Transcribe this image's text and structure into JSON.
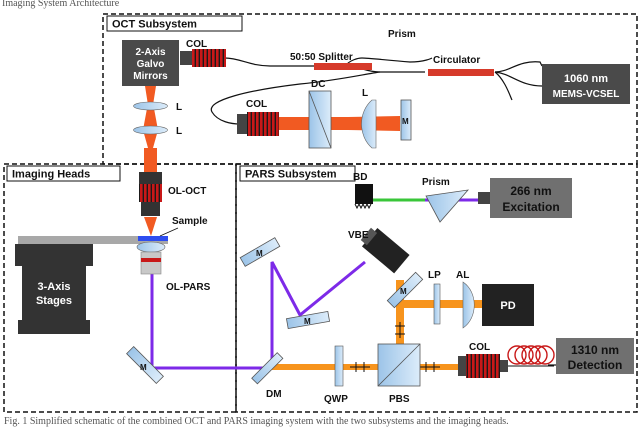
{
  "top_caption": "Imaging System Architecture",
  "sections": {
    "oct": "OCT Subsystem",
    "imaging_heads": "Imaging Heads",
    "pars": "PARS Subsystem"
  },
  "components": {
    "galvo": [
      "2-Axis",
      "Galvo",
      "Mirrors"
    ],
    "col_top": "COL",
    "col_mid": "COL",
    "col_det": "COL",
    "splitter": "50:50 Splitter",
    "prism_top": "Prism",
    "circulator": "Circulator",
    "source_oct": [
      "1060 nm",
      "MEMS-VCSEL"
    ],
    "dc": "DC",
    "lens_l": "L",
    "lens_l1": "L",
    "lens_l2": "L",
    "mirror_m": "M",
    "ol_oct": "OL-OCT",
    "sample": "Sample",
    "stages": [
      "3-Axis",
      "Stages"
    ],
    "ol_pars": "OL-PARS",
    "bd": "BD",
    "prism_pars": "Prism",
    "source_exc": [
      "266 nm",
      "Excitation"
    ],
    "vbe": "VBE",
    "lp": "LP",
    "al": "AL",
    "pd": "PD",
    "dm": "DM",
    "qwp": "QWP",
    "pbs": "PBS",
    "source_det": [
      "1310 nm",
      "Detection"
    ]
  },
  "bottom_caption": "Fig. 1 Simplified schematic of the combined OCT and PARS imaging system with the two subsystems and the imaging heads."
}
